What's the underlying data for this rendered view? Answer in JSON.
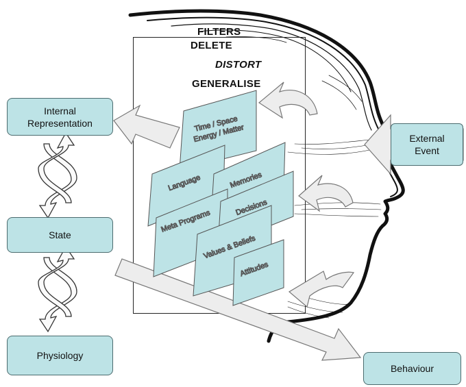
{
  "filters": {
    "title": "FILTERS",
    "delete": "DELETE",
    "distort": "DISTORT",
    "generalise": "GENERALISE"
  },
  "boxes": {
    "internal_representation": "Internal\nRepresentation",
    "state": "State",
    "physiology": "Physiology",
    "external_event": "External\nEvent",
    "behaviour": "Behaviour"
  },
  "cards": {
    "time_space": [
      "Time / Space",
      "Energy / Matter"
    ],
    "language": "Language",
    "memories": "Memories",
    "meta_programs": "Meta Programs",
    "decisions": "Decisions",
    "values_beliefs": "Values & Beliefs",
    "attitudes": "Attitudes"
  },
  "colors": {
    "box_fill": "#bde3e6",
    "box_stroke": "#4b6b6e",
    "arrow_fill": "#ededed",
    "arrow_stroke": "#777777"
  }
}
